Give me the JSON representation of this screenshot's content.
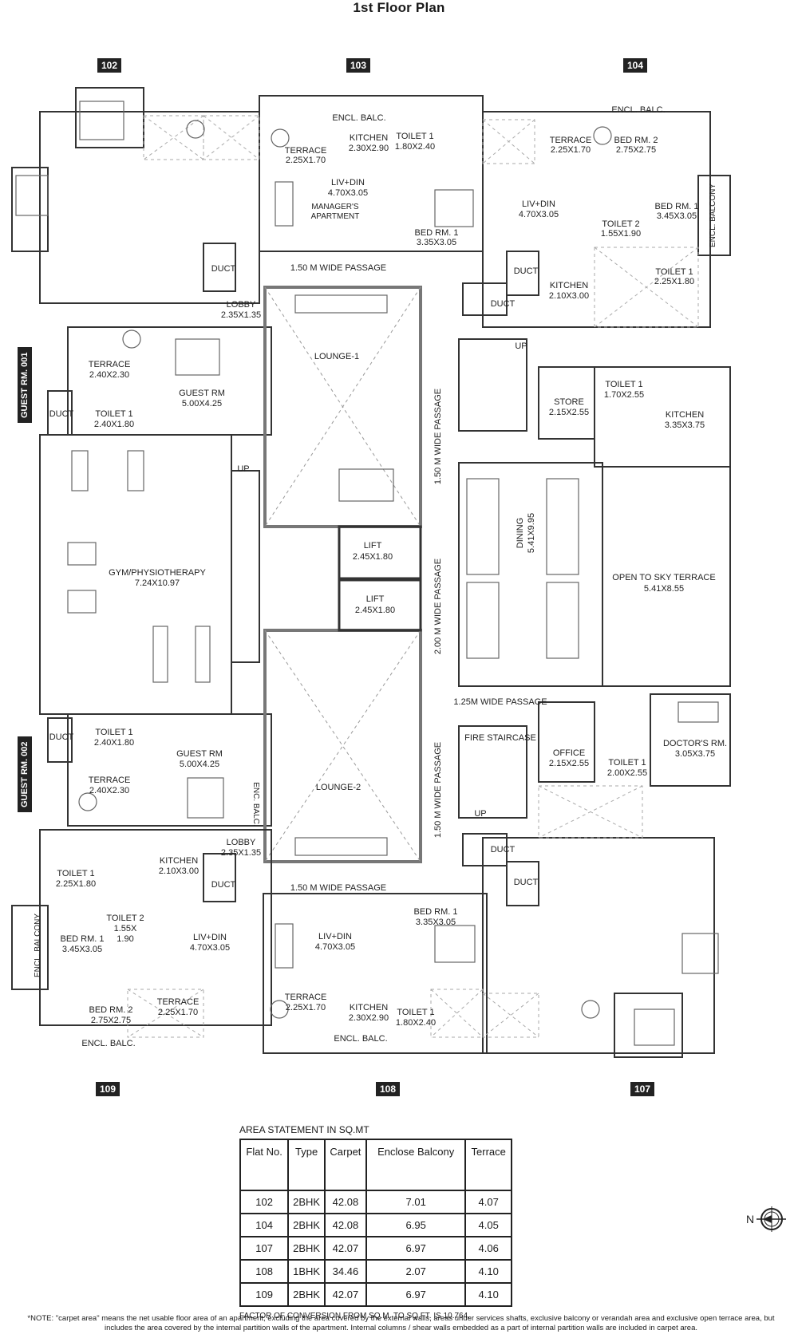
{
  "title": "1st Floor Plan",
  "flat_tags": [
    "102",
    "103",
    "104",
    "109",
    "108",
    "107"
  ],
  "guest_tags": [
    "GUEST RM. 001",
    "GUEST RM. 002"
  ],
  "rooms": {
    "encl_balc_103": "ENCL. BALC.",
    "kitchen_103": "KITCHEN",
    "kitchen_103_dim": "2.30X2.90",
    "toilet_103": "TOILET 1",
    "toilet_103_dim": "1.80X2.40",
    "terrace_103": "TERRACE",
    "terrace_103_dim": "2.25X1.70",
    "livdin_103": "LIV+DIN",
    "livdin_103_dim": "4.70X3.05",
    "managers_apt_1": "MANAGER'S",
    "managers_apt_2": "APARTMENT",
    "bed_103": "BED RM. 1",
    "bed_103_dim": "3.35X3.05",
    "encl_balc_104": "ENCL. BALC.",
    "terrace_104": "TERRACE",
    "terrace_104_dim": "2.25X1.70",
    "bed2_104": "BED RM. 2",
    "bed2_104_dim": "2.75X2.75",
    "livdin_104": "LIV+DIN",
    "livdin_104_dim": "4.70X3.05",
    "toilet2_104": "TOILET 2",
    "toilet2_104_dim": "1.55X1.90",
    "bed1_104": "BED RM. 1",
    "bed1_104_dim": "3.45X3.05",
    "encl_balcony_104": "ENCL. BALCONY",
    "kitchen_104": "KITCHEN",
    "kitchen_104_dim": "2.10X3.00",
    "toilet1_104": "TOILET 1",
    "toilet1_104_dim": "2.25X1.80",
    "duct_a": "DUCT",
    "duct_b": "DUCT",
    "duct_c": "DUCT",
    "duct_d": "DUCT",
    "duct_e": "DUCT",
    "duct_f": "DUCT",
    "duct_g": "DUCT",
    "duct_h": "DUCT",
    "lobby_top": "LOBBY",
    "lobby_top_dim": "2.35X1.35",
    "passage_top": "1.50 M WIDE PASSAGE",
    "terrace_g1": "TERRACE",
    "terrace_g1_dim": "2.40X2.30",
    "guest_rm_1": "GUEST RM",
    "guest_rm_1_dim": "5.00X4.25",
    "toilet_g1": "TOILET 1",
    "toilet_g1_dim": "2.40X1.80",
    "lounge1": "LOUNGE-1",
    "passage_v1": "1.50 M WIDE PASSAGE",
    "passage_v2": "2.00 M WIDE PASSAGE",
    "passage_v3": "1.50 M WIDE PASSAGE",
    "up_1": "UP",
    "up_2": "UP",
    "up_3": "UP",
    "store": "STORE",
    "store_dim": "2.15X2.55",
    "toilet_s": "TOILET 1",
    "toilet_s_dim": "1.70X2.55",
    "kitchen_main": "KITCHEN",
    "kitchen_main_dim": "3.35X3.75",
    "dining": "DINING",
    "dining_dim": "5.41X9.95",
    "open_terrace": "OPEN TO SKY TERRACE",
    "open_terrace_dim": "5.41X8.55",
    "gym": "GYM/PHYSIOTHERAPY",
    "gym_dim": "7.24X10.97",
    "lift1": "LIFT",
    "lift1_dim": "2.45X1.80",
    "lift2": "LIFT",
    "lift2_dim": "2.45X1.80",
    "passage_125": "1.25M WIDE PASSAGE",
    "fire_staircase": "FIRE STAIRCASE",
    "office": "OFFICE",
    "office_dim": "2.15X2.55",
    "toilet_o": "TOILET 1",
    "toilet_o_dim": "2.00X2.55",
    "doctors_rm": "DOCTOR'S RM.",
    "doctors_rm_dim": "3.05X3.75",
    "toilet_g2": "TOILET 1",
    "toilet_g2_dim": "2.40X1.80",
    "guest_rm_2": "GUEST RM",
    "guest_rm_2_dim": "5.00X4.25",
    "terrace_g2": "TERRACE",
    "terrace_g2_dim": "2.40X2.30",
    "enc_balc_g2": "ENC. BALC.",
    "lounge2": "LOUNGE-2",
    "lobby_bot": "LOBBY",
    "lobby_bot_dim": "2.35X1.35",
    "kitchen_109": "KITCHEN",
    "kitchen_109_dim": "2.10X3.00",
    "toilet1_109": "TOILET 1",
    "toilet1_109_dim": "2.25X1.80",
    "passage_bot": "1.50 M WIDE PASSAGE",
    "encl_balcony_109": "ENCL. BALCONY",
    "bed1_109": "BED RM. 1",
    "bed1_109_dim": "3.45X3.05",
    "toilet2_109": "TOILET 2",
    "toilet2_109_dim_a": "1.55X",
    "toilet2_109_dim_b": "1.90",
    "livdin_109": "LIV+DIN",
    "livdin_109_dim": "4.70X3.05",
    "bed2_109": "BED RM. 2",
    "bed2_109_dim": "2.75X2.75",
    "terrace_109": "TERRACE",
    "terrace_109_dim": "2.25X1.70",
    "encl_balc_109": "ENCL. BALC.",
    "livdin_108": "LIV+DIN",
    "livdin_108_dim": "4.70X3.05",
    "bed_108": "BED RM. 1",
    "bed_108_dim": "3.35X3.05",
    "terrace_108": "TERRACE",
    "terrace_108_dim": "2.25X1.70",
    "kitchen_108": "KITCHEN",
    "kitchen_108_dim": "2.30X2.90",
    "toilet_108": "TOILET 1",
    "toilet_108_dim": "1.80X2.40",
    "encl_balc_108": "ENCL. BALC."
  },
  "area_statement": {
    "title": "AREA STATEMENT IN SQ.MT",
    "headers": [
      "Flat No.",
      "Type",
      "Carpet",
      "Enclose Balcony",
      "Terrace"
    ],
    "rows": [
      [
        "102",
        "2BHK",
        "42.08",
        "7.01",
        "4.07"
      ],
      [
        "104",
        "2BHK",
        "42.08",
        "6.95",
        "4.05"
      ],
      [
        "107",
        "2BHK",
        "42.07",
        "6.97",
        "4.06"
      ],
      [
        "108",
        "1BHK",
        "34.46",
        "2.07",
        "4.10"
      ],
      [
        "109",
        "2BHK",
        "42.07",
        "6.97",
        "4.10"
      ]
    ],
    "factor": "FACTOR OF CONVERSION FROM SQ.M. TO SQ.FT. IS 10.764."
  },
  "north_label": "N",
  "note": "*NOTE: \"carpet area\" means the net usable floor area of an apartment, excluding the area covered by the external walls, areas under services shafts, exclusive balcony or verandah area and exclusive open terrace area, but includes the area covered by the internal partition walls of the apartment. Internal columns / shear walls embedded as a part of internal partition walls are included in carpet area."
}
